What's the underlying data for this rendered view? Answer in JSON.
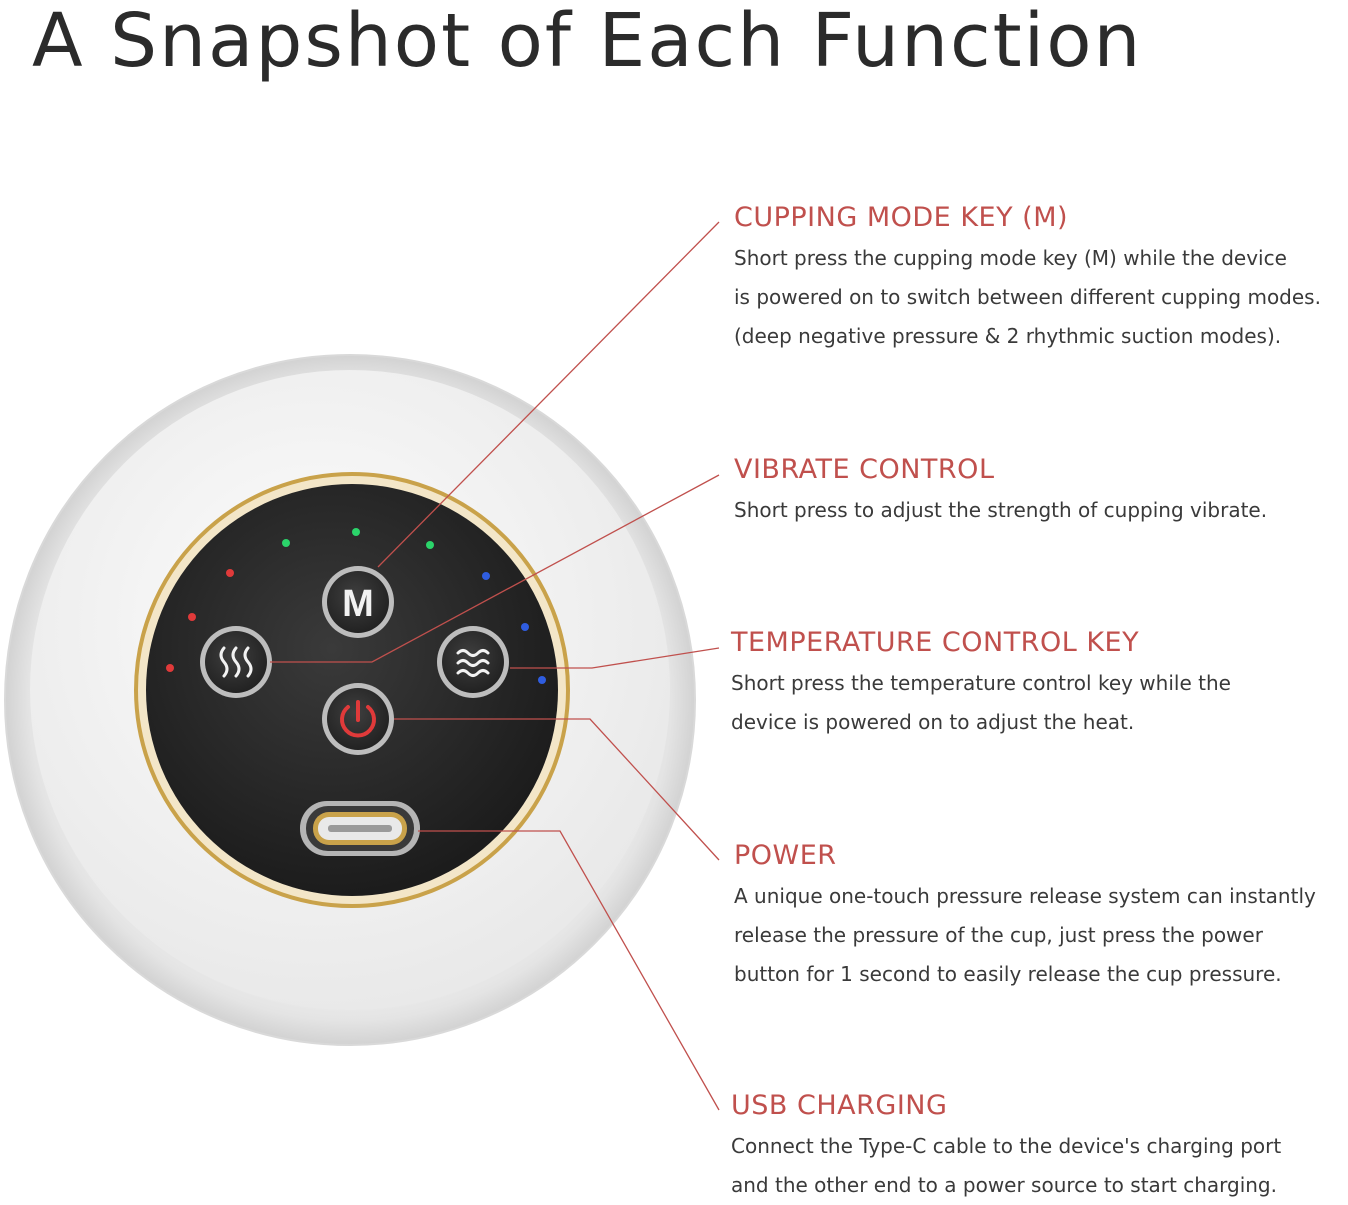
{
  "title": "A Snapshot of Each Function",
  "colors": {
    "accent": "#c0504d",
    "heading_text": "#2b2b2b",
    "body_text": "#3a3a3a",
    "panel": "#2a2a2a",
    "gold_ring": "#c9a24a",
    "led_green": "#2bd46a",
    "led_red": "#e03a3a",
    "led_blue": "#2f5de0"
  },
  "device": {
    "buttons": [
      {
        "name": "cupping-mode-button",
        "icon": "letter-m-icon",
        "glyph": "M"
      },
      {
        "name": "temperature-button",
        "icon": "heat-waves-icon"
      },
      {
        "name": "vibrate-button",
        "icon": "wave-lines-icon"
      },
      {
        "name": "power-button",
        "icon": "power-icon"
      }
    ],
    "port": {
      "name": "usb-c-port",
      "icon": "usb-c-port-icon"
    }
  },
  "features": [
    {
      "heading": "CUPPING MODE KEY (M)",
      "lines": [
        "Short press the cupping mode key (M) while the device",
        "is powered on to switch between different cupping modes.",
        "(deep negative pressure & 2 rhythmic suction modes)."
      ]
    },
    {
      "heading": "VIBRATE CONTROL",
      "lines": [
        "Short press to adjust the strength of cupping vibrate."
      ]
    },
    {
      "heading": "TEMPERATURE CONTROL KEY",
      "lines": [
        "Short press the temperature control key while the",
        "device is powered on to adjust the heat."
      ]
    },
    {
      "heading": "POWER",
      "lines": [
        "A unique one-touch pressure release system can instantly",
        "release the pressure of the cup, just press the power",
        "button for 1 second to easily release the cup pressure."
      ]
    },
    {
      "heading": "USB CHARGING",
      "lines": [
        "Connect the Type-C cable to the device's charging port",
        "and the other end to a power source to start charging."
      ]
    }
  ]
}
